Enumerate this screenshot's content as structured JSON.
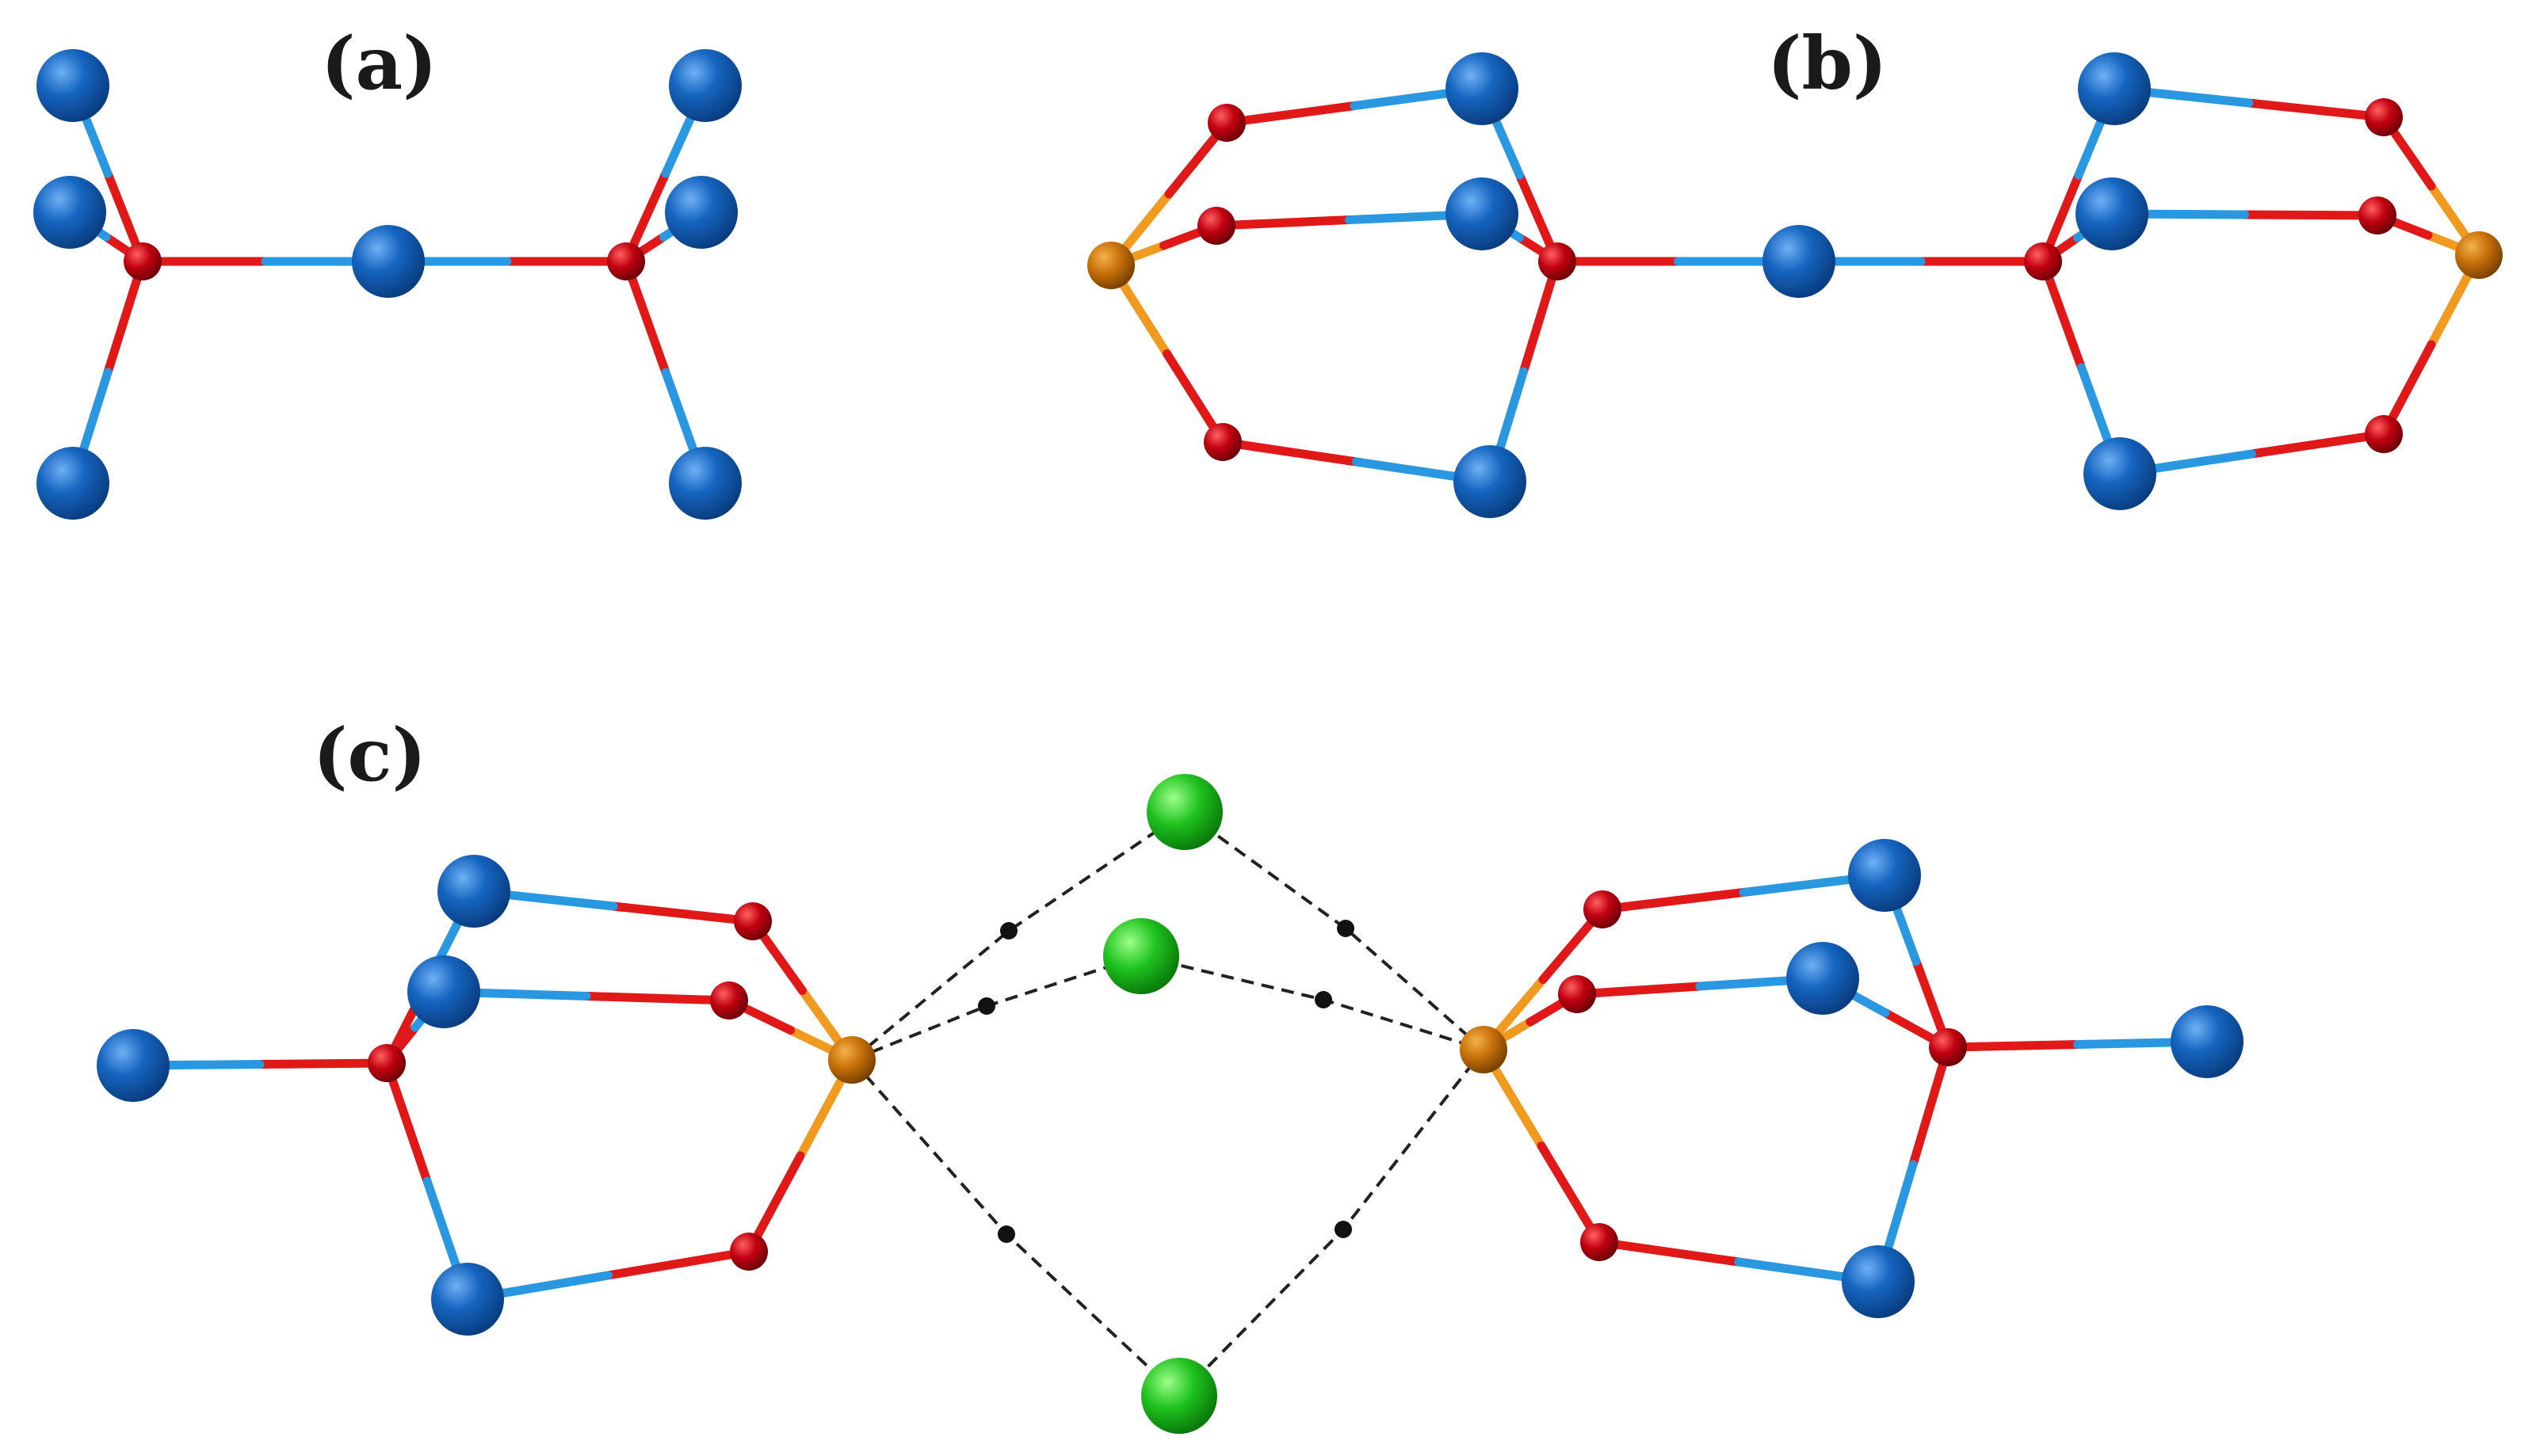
{
  "panels": {
    "a": {
      "label": "(a)"
    },
    "b": {
      "label": "(b)"
    },
    "c": {
      "label": "(c)"
    }
  },
  "legend_colors": {
    "blue_atom": "#1565c0",
    "red_atom": "#c00010",
    "orange_atom": "#c8700a",
    "green_atom": "#1fc21f",
    "small_dot": "#111111",
    "bond_blue": "#2a98e0",
    "bond_red": "#e01818",
    "bond_orange": "#f09a20",
    "dashed_contact": "#222222"
  }
}
